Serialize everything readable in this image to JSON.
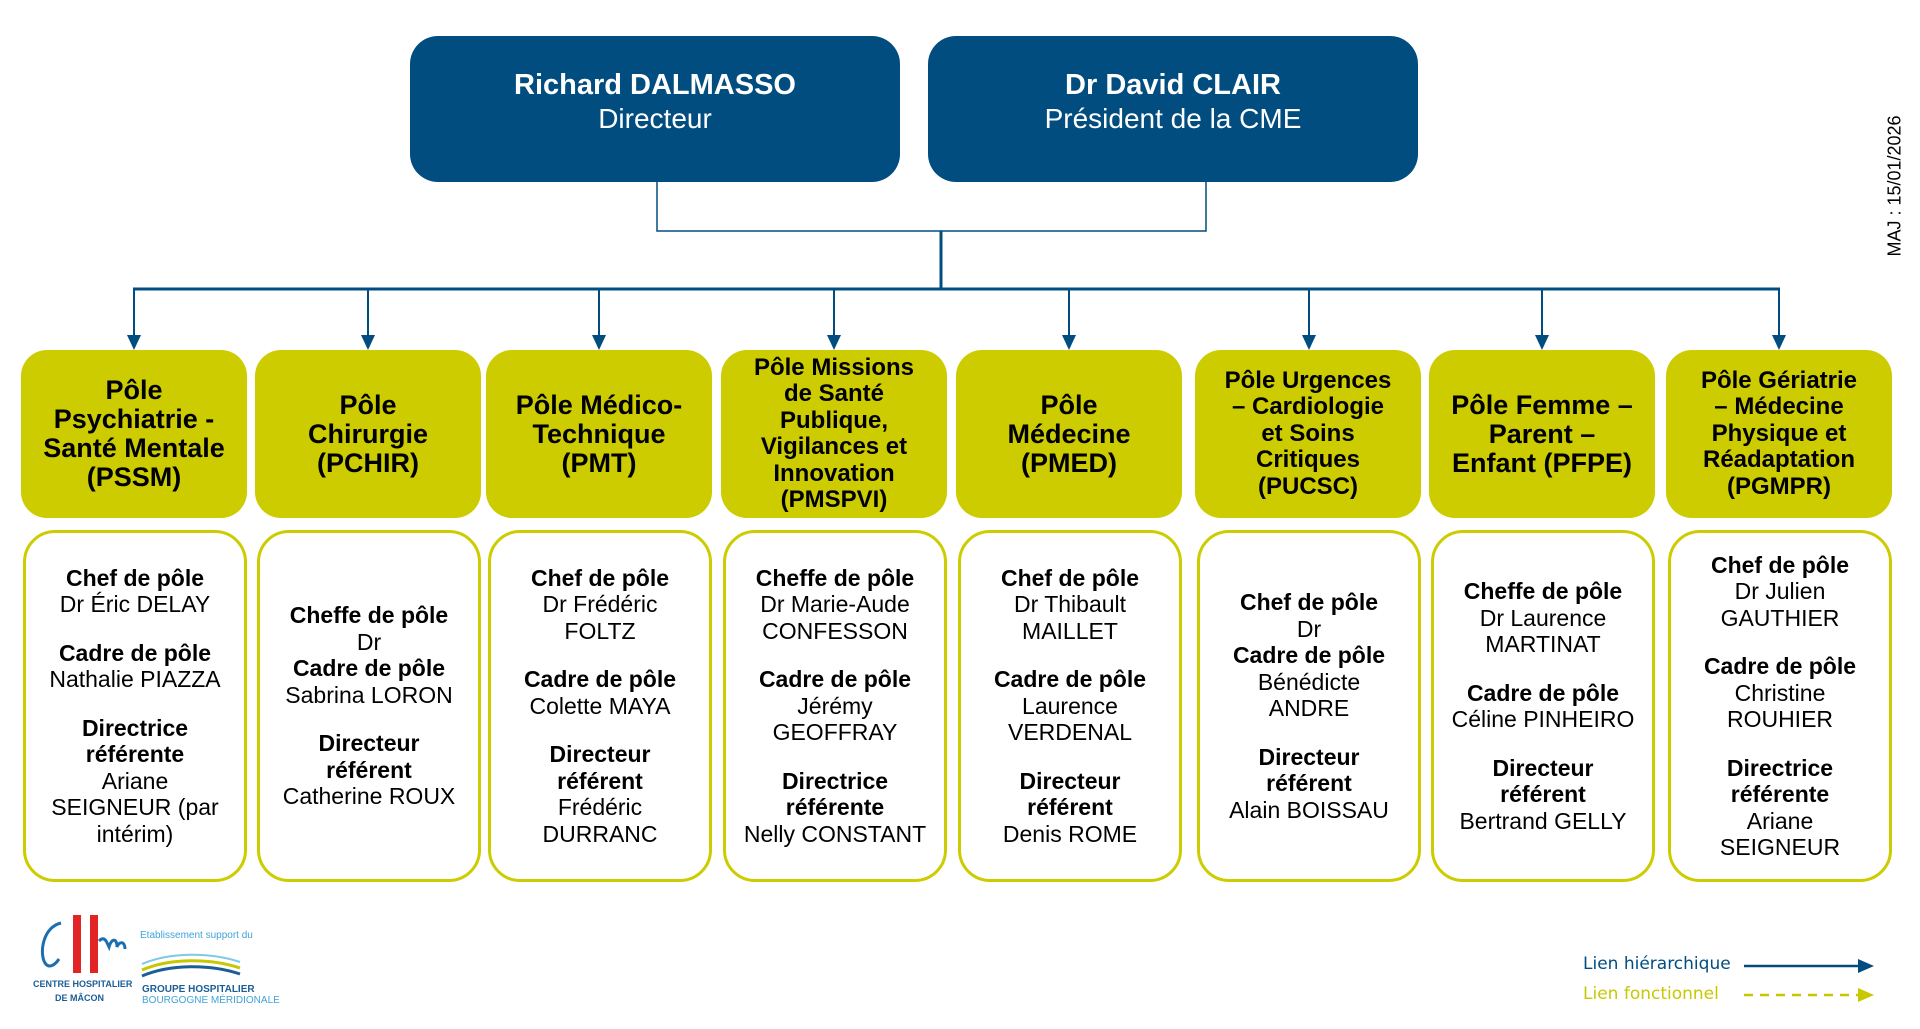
{
  "update_label": "MAJ : 15/01/2026",
  "leaders": [
    {
      "name": "Richard DALMASSO",
      "role": "Directeur"
    },
    {
      "name": "Dr David CLAIR",
      "role": "Président de la CME"
    }
  ],
  "poles": [
    {
      "title_lines": [
        "Pôle",
        "Psychiatrie -",
        "Santé Mentale",
        "(PSSM)"
      ],
      "sections": [
        {
          "role": "Chef de pôle",
          "person": "Dr Éric DELAY"
        },
        {
          "role": "Cadre de pôle",
          "person": "Nathalie PIAZZA"
        },
        {
          "role": "Directrice\nréférente",
          "person": "Ariane\nSEIGNEUR (par\nintérim)"
        }
      ]
    },
    {
      "title_lines": [
        "Pôle",
        "Chirurgie",
        "(PCHIR)"
      ],
      "sections": [
        {
          "role": "Cheffe de pôle",
          "person": "Dr"
        },
        {
          "role": "Cadre de pôle",
          "person": "Sabrina LORON"
        },
        {
          "role": "Directeur\nréférent",
          "person": "Catherine ROUX"
        }
      ]
    },
    {
      "title_lines": [
        "Pôle Médico-",
        "Technique",
        "(PMT)"
      ],
      "sections": [
        {
          "role": "Chef de pôle",
          "person": "Dr Frédéric\nFOLTZ"
        },
        {
          "role": "Cadre de pôle",
          "person": "Colette MAYA"
        },
        {
          "role": "Directeur\nréférent",
          "person": "Frédéric\nDURRANC"
        }
      ]
    },
    {
      "title_lines": [
        "Pôle Missions",
        "de Santé",
        "Publique,",
        "Vigilances et",
        "Innovation",
        "(PMSPVI)"
      ],
      "sections": [
        {
          "role": "Cheffe de pôle",
          "person": "Dr Marie-Aude\nCONFESSON"
        },
        {
          "role": "Cadre de pôle",
          "person": "Jérémy\nGEOFFRAY"
        },
        {
          "role": "Directrice\nréférente",
          "person": "Nelly CONSTANT"
        }
      ]
    },
    {
      "title_lines": [
        "Pôle",
        "Médecine",
        "(PMED)"
      ],
      "sections": [
        {
          "role": "Chef de pôle",
          "person": "Dr Thibault\nMAILLET"
        },
        {
          "role": "Cadre de pôle",
          "person": "Laurence\nVERDENAL"
        },
        {
          "role": "Directeur\nréférent",
          "person": "Denis ROME"
        }
      ]
    },
    {
      "title_lines": [
        "Pôle Urgences",
        "– Cardiologie",
        "et Soins",
        "Critiques",
        "(PUCSC)"
      ],
      "sections": [
        {
          "role": "Chef de pôle",
          "person": "Dr"
        },
        {
          "role": "Cadre de pôle",
          "person": "Bénédicte\nANDRE"
        },
        {
          "role": "Directeur\nréférent",
          "person": "Alain BOISSAU"
        }
      ]
    },
    {
      "title_lines": [
        "Pôle Femme –",
        "Parent –",
        "Enfant (PFPE)"
      ],
      "sections": [
        {
          "role": "Cheffe de pôle",
          "person": "Dr Laurence\nMARTINAT"
        },
        {
          "role": "Cadre de pôle",
          "person": "Céline PINHEIRO"
        },
        {
          "role": "Directeur\nréférent",
          "person": "Bertrand GELLY"
        }
      ]
    },
    {
      "title_lines": [
        "Pôle Gériatrie",
        "– Médecine",
        "Physique et",
        "Réadaptation",
        "(PGMPR)"
      ],
      "sections": [
        {
          "role": "Chef de pôle",
          "person": "Dr Julien\nGAUTHIER"
        },
        {
          "role": "Cadre de pôle",
          "person": "Christine\nROUHIER"
        },
        {
          "role": "Directrice\nréférente",
          "person": "Ariane\nSEIGNEUR"
        }
      ]
    }
  ],
  "logos": {
    "chm_line1": "CENTRE HOSPITALIER",
    "chm_line2": "DE MÂCON",
    "support_label": "Etablissement support du",
    "ghbm_line1": "GROUPE HOSPITALIER",
    "ghbm_line2": "BOURGOGNE MÉRIDIONALE"
  },
  "legend": {
    "hierarchical": "Lien hiérarchique",
    "functional": "Lien fonctionnel"
  },
  "colors": {
    "navy": "#024d80",
    "olive": "#cccc00",
    "legend_functional": "#c8c800"
  }
}
